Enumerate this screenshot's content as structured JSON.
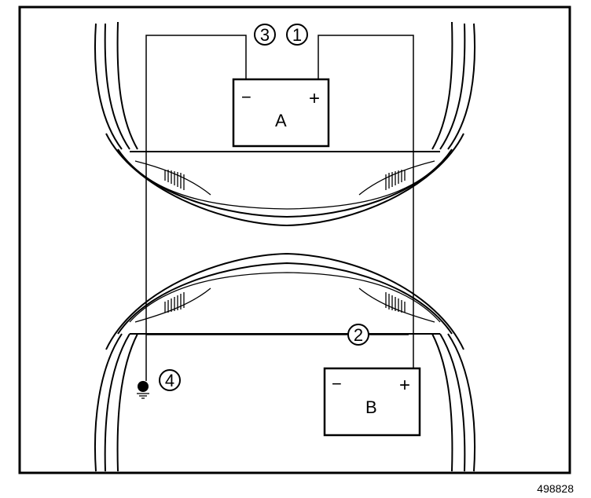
{
  "battery_a": {
    "label": "A",
    "minus": "−",
    "plus": "+"
  },
  "battery_b": {
    "label": "B",
    "minus": "−",
    "plus": "+"
  },
  "callouts": [
    "3",
    "1",
    "2",
    "4"
  ],
  "reference_code": "498828"
}
